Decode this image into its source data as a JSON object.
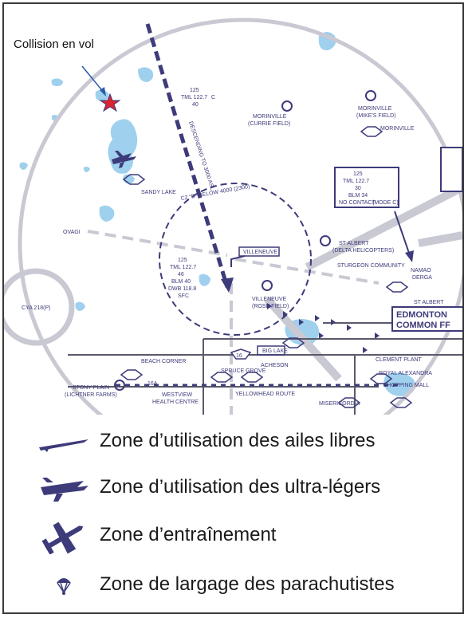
{
  "map": {
    "callout": "Collision en vol",
    "labels": {
      "morinville": "MORINVILLE",
      "currie_field": "(CURRIE FIELD)",
      "morinville2": "MORINVILLE",
      "mikes_field": "(MIKE'S FIELD)",
      "morinville_box": "MORINVILLE",
      "descending": "DESCENDING TO 3000 ASL",
      "freq_125": "125",
      "tml_1227": "TML 122.7",
      "c": "C",
      "n40": "40",
      "sandy_lake": "SANDY LAKE",
      "ovagi": "OVAGI",
      "c2_below": "C2 \"D\" BELOW 4000 (2300)",
      "villeneuve_box": "VILLENEUVE",
      "villeneuve": "VILLENEUVE",
      "rose_field": "(ROSE FIELD)",
      "st_albert": "ST ALBERT",
      "delta_heli": "(DELTA HELICOPTERS)",
      "sturgeon": "STURGEON COMMUNITY",
      "namao": "NAMAO",
      "derga": "DERGA",
      "st_albert_box": "ST ALBERT",
      "edmonton": "EDMONTON",
      "common_ff": "COMMON FF",
      "cya218": "CYA 218(P)",
      "beach_corner": "BEACH CORNER",
      "big_lake": "BIG LAKE",
      "spruce_grove": "SPRUCE GROVE",
      "acheson": "ACHESON",
      "clement_plant": "CLEMENT PLANT",
      "royal_alexandra": "ROYAL ALEXANDRA",
      "shopping_mall": "SHOPPING MALL",
      "stony_plain": "STONY PLAIN",
      "lichtner": "(LICHTNER FARMS)",
      "westview": "WESTVIEW",
      "health_centre": "HEALTH CENTRE",
      "yellowhead": "YELLOWHEAD ROUTE",
      "misericordia": "MISERICORDIA",
      "hwy16": "16",
      "hwy16a": "16A",
      "blm34": "BLM 34",
      "no_contact": "NO CONTACT",
      "mode_c": "(MODE C)",
      "n30": "30",
      "blm40": "BLM 40",
      "dwb": "DWB 118.8",
      "sfc": "SFC",
      "n46": "46",
      "n125b": "125"
    }
  },
  "legend": {
    "items": [
      {
        "icon": "hang-glider-icon",
        "label": "Zone d’utilisation des ailes libres"
      },
      {
        "icon": "ultralight-icon",
        "label": "Zone d’utilisation des ultra-légers"
      },
      {
        "icon": "training-aircraft-icon",
        "label": "Zone d’entraînement"
      },
      {
        "icon": "parachute-icon",
        "label": "Zone de largage des parachutistes"
      }
    ]
  },
  "colors": {
    "ink": "#3d3b7a",
    "water": "#9fd0ee",
    "grey": "#c9c9d3",
    "collision": "#d8252f"
  }
}
